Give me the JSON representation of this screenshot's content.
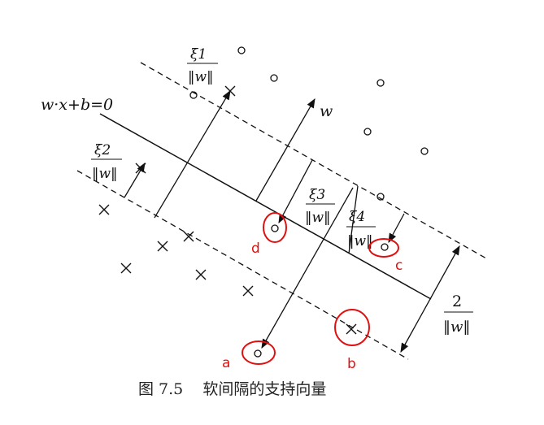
{
  "figure": {
    "hyperplane_label": "w·x+b=0",
    "w_label": "w",
    "slack_labels": [
      {
        "num": "ξ1",
        "den": "‖w‖"
      },
      {
        "num": "ξ2",
        "den": "‖w‖"
      },
      {
        "num": "ξ3",
        "den": "‖w‖"
      },
      {
        "num": "ξ4",
        "den": "‖w‖"
      }
    ],
    "margin_label": {
      "num": "2",
      "den": "‖w‖"
    },
    "caption": "图 7.5    软间隔的支持向量",
    "annotations": [
      "a",
      "b",
      "c",
      "d"
    ],
    "annotation_color": "#e01010"
  }
}
